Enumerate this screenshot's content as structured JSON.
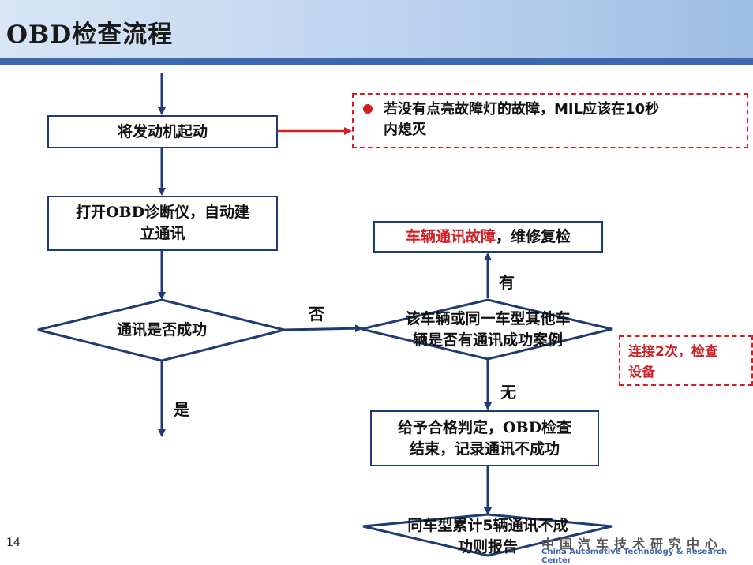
{
  "header": {
    "title_prefix": "OBD",
    "title_suffix": "检查流程"
  },
  "flow": {
    "start_engine": "将发动机起动",
    "open_diag_prefix": "打开",
    "open_diag_obd": "OBD",
    "open_diag_line1_suffix": "诊断仪，自动建",
    "open_diag_line2": "立通讯",
    "comm_success": "通讯是否成功",
    "similar_case_line1": "该车辆或同一车型其他车",
    "similar_case_line2": "辆是否有通讯成功案例",
    "fault_red": "车辆通讯故障",
    "fault_black": "，维修复检",
    "pass_prefix": "给予合格判定，",
    "pass_obd": "OBD",
    "pass_line1_suffix": "检查",
    "pass_line2": "结束，记录通讯不成功",
    "report_line1": "同车型累计5辆通讯不成",
    "report_line2": "功则报告"
  },
  "labels": {
    "no": "否",
    "yes": "是",
    "have": "有",
    "none": "无"
  },
  "notes": {
    "mil_line1": "若没有点亮故障灯的故障，MIL应该在10秒",
    "mil_line2": "内熄灭",
    "connect_line1": "连接2次，检查",
    "connect_line2": "设备"
  },
  "footer": {
    "page_number": "14",
    "org_cn": "中国汽车技术研究中心",
    "org_en": "China Automotive Technology & Research Center"
  },
  "colors": {
    "box_border": "#1f3b73",
    "arrow": "#1f3b73",
    "accent_red": "#d21e25",
    "header_rule": "#3d67b1"
  }
}
